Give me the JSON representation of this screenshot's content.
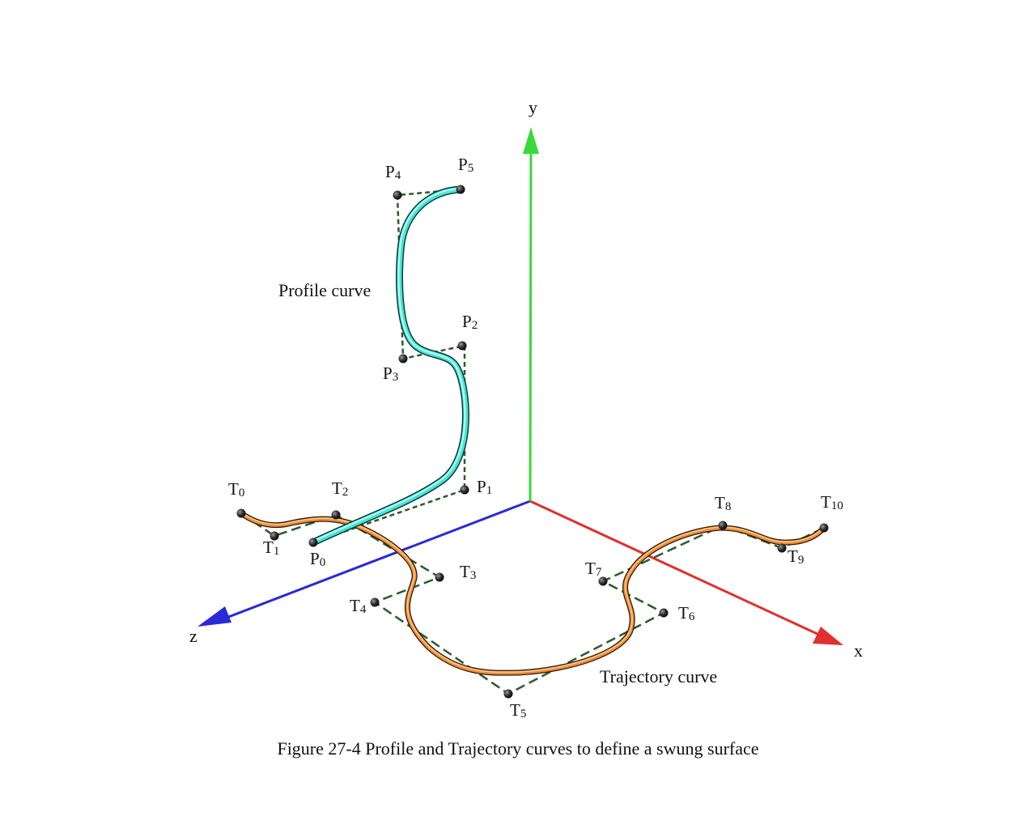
{
  "axes": {
    "x": {
      "label": "x",
      "color": "#e03030"
    },
    "y": {
      "label": "y",
      "color": "#3ad83a"
    },
    "z": {
      "label": "z",
      "color": "#2a2ad8"
    }
  },
  "profile": {
    "label": "Profile curve",
    "color": "#48e6d6",
    "points": [
      {
        "letter": "P",
        "sub": "0"
      },
      {
        "letter": "P",
        "sub": "1"
      },
      {
        "letter": "P",
        "sub": "2"
      },
      {
        "letter": "P",
        "sub": "3"
      },
      {
        "letter": "P",
        "sub": "4"
      },
      {
        "letter": "P",
        "sub": "5"
      }
    ]
  },
  "trajectory": {
    "label": "Trajectory curve",
    "color": "#f08c3a",
    "points": [
      {
        "letter": "T",
        "sub": "0"
      },
      {
        "letter": "T",
        "sub": "1"
      },
      {
        "letter": "T",
        "sub": "2"
      },
      {
        "letter": "T",
        "sub": "3"
      },
      {
        "letter": "T",
        "sub": "4"
      },
      {
        "letter": "T",
        "sub": "5"
      },
      {
        "letter": "T",
        "sub": "6"
      },
      {
        "letter": "T",
        "sub": "7"
      },
      {
        "letter": "T",
        "sub": "8"
      },
      {
        "letter": "T",
        "sub": "9"
      },
      {
        "letter": "T",
        "sub": "10"
      }
    ]
  },
  "caption": "Figure 27-4 Profile and Trajectory curves to define a swung surface"
}
